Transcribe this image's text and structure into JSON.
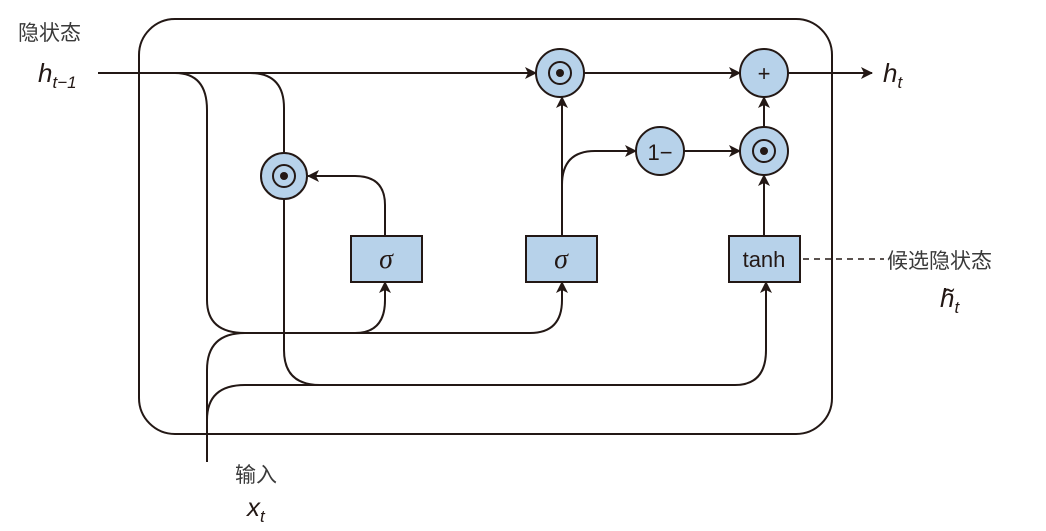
{
  "diagram": {
    "title": "GRU cell",
    "labels": {
      "hidden_state_cn": "隐状态",
      "prev_hidden_base": "h",
      "prev_hidden_sub": "t−1",
      "output_base": "h",
      "output_sub": "t",
      "input_cn": "输入",
      "input_base": "x",
      "input_sub": "t",
      "candidate_cn": "候选隐状态",
      "candidate_base": "h̃",
      "candidate_sub": "t"
    },
    "nodes": {
      "reset_gate": "σ",
      "update_gate": "σ",
      "candidate": "tanh",
      "one_minus": "1−",
      "plus": "+"
    },
    "colors": {
      "node_fill": "#b7d2ea",
      "stroke": "#231815"
    }
  }
}
